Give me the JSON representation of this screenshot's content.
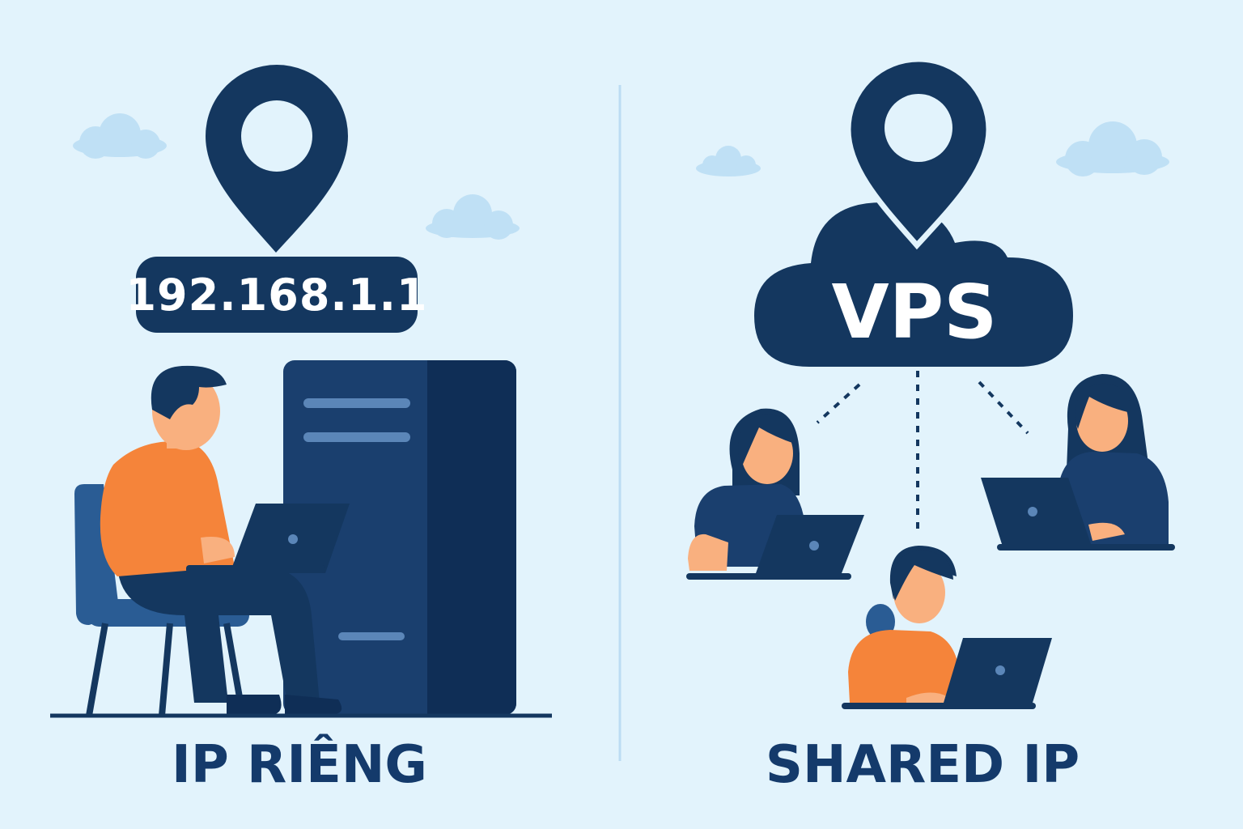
{
  "left_panel": {
    "ip_address": "192.168.1.1",
    "caption": "IP RIÊNG"
  },
  "right_panel": {
    "cloud_label": "VPS",
    "caption": "SHARED IP"
  },
  "colors": {
    "background": "#e2f3fc",
    "navy": "#14375f",
    "server_dark": "#0f2e56",
    "server_mid": "#1a3f6e",
    "orange": "#f5843a",
    "skin": "#f9b07f",
    "cloud_light": "#bfe0f5",
    "chair": "#2a5c94"
  }
}
